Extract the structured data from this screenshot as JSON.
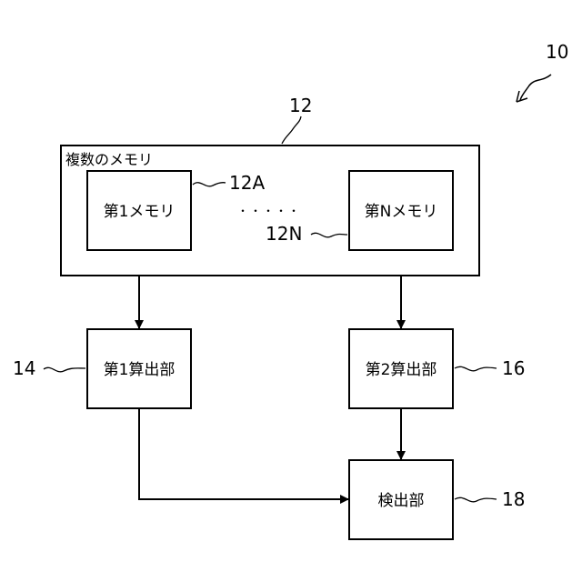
{
  "figure_ref": "10",
  "memories": {
    "ref": "12",
    "label": "複数のメモリ",
    "first": {
      "ref": "12A",
      "label": "第1メモリ"
    },
    "ellipsis": "・・・・・",
    "last": {
      "ref": "12N",
      "label": "第Nメモリ"
    }
  },
  "calc1": {
    "ref": "14",
    "label": "第1算出部"
  },
  "calc2": {
    "ref": "16",
    "label": "第2算出部"
  },
  "detector": {
    "ref": "18",
    "label": "検出部"
  }
}
